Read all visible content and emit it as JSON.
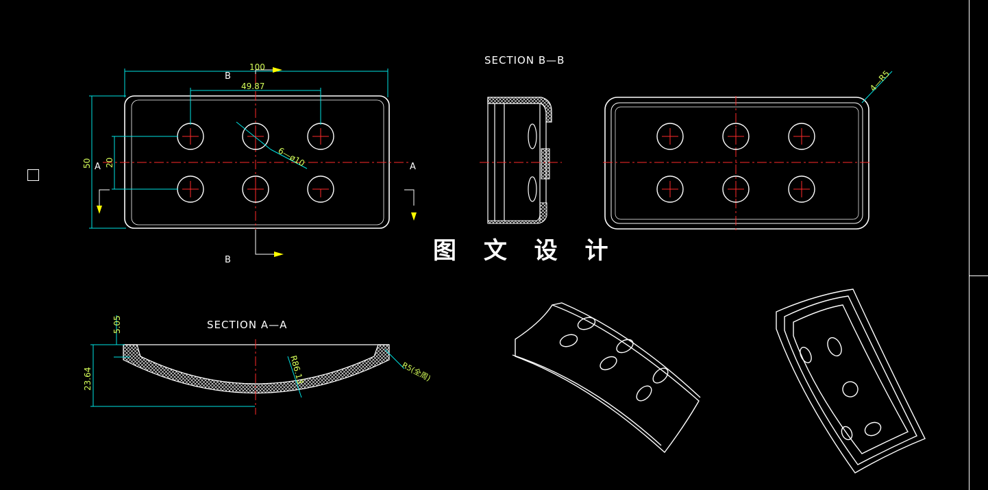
{
  "drawing": {
    "watermark": "图 文 设 计",
    "section_aa_title": "SECTION A—A",
    "section_bb_title": "SECTION B—B",
    "labels": {
      "cut_a": "A",
      "cut_b": "B"
    },
    "dimensions": {
      "width": "100",
      "hole_spacing": "49.87",
      "height": "50",
      "hole_row_spacing": "20",
      "holes": "6—ø10",
      "corner_radius": "4—R5",
      "flange": "5.05",
      "depth": "23.64",
      "arc_radius": "R86.13",
      "edge_radius": "R5(全周)"
    },
    "colors": {
      "background": "#000000",
      "outline": "#ffffff",
      "dimension": "#00e5e5",
      "dim_text": "#d6ff5a",
      "center": "#ff2a2a",
      "section_arrow": "#ffff00"
    }
  }
}
